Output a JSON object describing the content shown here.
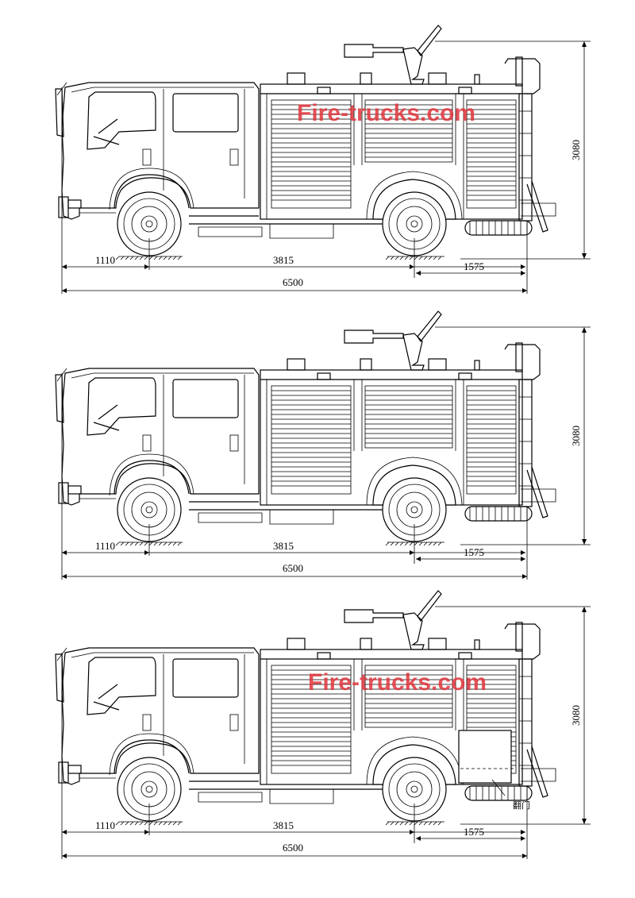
{
  "watermark": "Fire-trucks.com",
  "drawings": [
    {
      "name": "view-top",
      "dims": {
        "front_overhang": "1110",
        "wheelbase": "3815",
        "rear_overhang": "1575",
        "total_length": "6500",
        "height": "3080"
      },
      "watermark_visible": true,
      "side_door_note": ""
    },
    {
      "name": "view-middle",
      "dims": {
        "front_overhang": "1110",
        "wheelbase": "3815",
        "rear_overhang": "1575",
        "total_length": "6500",
        "height": "3080"
      },
      "watermark_visible": false,
      "side_door_note": ""
    },
    {
      "name": "view-bottom",
      "dims": {
        "front_overhang": "1110",
        "wheelbase": "3815",
        "rear_overhang": "1575",
        "total_length": "6500",
        "height": "3080"
      },
      "watermark_visible": true,
      "side_door_note": "翻门"
    }
  ]
}
